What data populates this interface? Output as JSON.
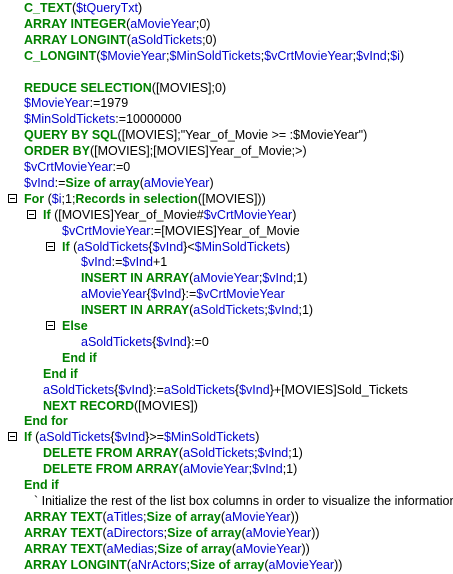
{
  "lines": [
    {
      "indent": 0,
      "tokens": [
        [
          "kw",
          "C_TEXT"
        ],
        [
          "txt",
          "("
        ],
        [
          "var",
          "$tQueryTxt"
        ],
        [
          "txt",
          ")"
        ]
      ]
    },
    {
      "indent": 0,
      "tokens": [
        [
          "kw",
          "ARRAY INTEGER"
        ],
        [
          "txt",
          "("
        ],
        [
          "var",
          "aMovieYear"
        ],
        [
          "txt",
          ";0)"
        ]
      ]
    },
    {
      "indent": 0,
      "tokens": [
        [
          "kw",
          "ARRAY LONGINT"
        ],
        [
          "txt",
          "("
        ],
        [
          "var",
          "aSoldTickets"
        ],
        [
          "txt",
          ";0)"
        ]
      ]
    },
    {
      "indent": 0,
      "tokens": [
        [
          "kw",
          "C_LONGINT"
        ],
        [
          "txt",
          "("
        ],
        [
          "var",
          "$MovieYear"
        ],
        [
          "txt",
          ";"
        ],
        [
          "var",
          "$MinSoldTickets"
        ],
        [
          "txt",
          ";"
        ],
        [
          "var",
          "$vCrtMovieYear"
        ],
        [
          "txt",
          ";"
        ],
        [
          "var",
          "$vInd"
        ],
        [
          "txt",
          ";"
        ],
        [
          "var",
          "$i"
        ],
        [
          "txt",
          ")"
        ]
      ]
    },
    {
      "indent": 0,
      "tokens": []
    },
    {
      "indent": 0,
      "tokens": [
        [
          "kw",
          "REDUCE SELECTION"
        ],
        [
          "txt",
          "([MOVIES];0)"
        ]
      ]
    },
    {
      "indent": 0,
      "tokens": [
        [
          "var",
          "$MovieYear"
        ],
        [
          "txt",
          ":=1979"
        ]
      ]
    },
    {
      "indent": 0,
      "tokens": [
        [
          "var",
          "$MinSoldTickets"
        ],
        [
          "txt",
          ":=10000000"
        ]
      ]
    },
    {
      "indent": 0,
      "tokens": [
        [
          "kw",
          "QUERY BY SQL"
        ],
        [
          "txt",
          "([MOVIES];\"Year_of_Movie >= :$MovieYear\")"
        ]
      ]
    },
    {
      "indent": 0,
      "tokens": [
        [
          "kw",
          "ORDER BY"
        ],
        [
          "txt",
          "([MOVIES];[MOVIES]Year_of_Movie;>)"
        ]
      ]
    },
    {
      "indent": 0,
      "tokens": [
        [
          "var",
          "$vCrtMovieYear"
        ],
        [
          "txt",
          ":=0"
        ]
      ]
    },
    {
      "indent": 0,
      "tokens": [
        [
          "var",
          "$vInd"
        ],
        [
          "txt",
          ":="
        ],
        [
          "kw",
          "Size of array"
        ],
        [
          "txt",
          "("
        ],
        [
          "var",
          "aMovieYear"
        ],
        [
          "txt",
          ")"
        ]
      ]
    },
    {
      "indent": 0,
      "fold": true,
      "tokens": [
        [
          "kw",
          "For"
        ],
        [
          "txt",
          " ("
        ],
        [
          "var",
          "$i"
        ],
        [
          "txt",
          ";1;"
        ],
        [
          "kw",
          "Records in selection"
        ],
        [
          "txt",
          "([MOVIES]))"
        ]
      ]
    },
    {
      "indent": 1,
      "fold": true,
      "tokens": [
        [
          "kw",
          "If"
        ],
        [
          "txt",
          " ([MOVIES]Year_of_Movie#"
        ],
        [
          "var",
          "$vCrtMovieYear"
        ],
        [
          "txt",
          ")"
        ]
      ]
    },
    {
      "indent": 2,
      "tokens": [
        [
          "var",
          "$vCrtMovieYear"
        ],
        [
          "txt",
          ":=[MOVIES]Year_of_Movie"
        ]
      ]
    },
    {
      "indent": 2,
      "fold": true,
      "tokens": [
        [
          "kw",
          "If"
        ],
        [
          "txt",
          " ("
        ],
        [
          "var",
          "aSoldTickets"
        ],
        [
          "txt",
          "{"
        ],
        [
          "var",
          "$vInd"
        ],
        [
          "txt",
          "}<"
        ],
        [
          "var",
          "$MinSoldTickets"
        ],
        [
          "txt",
          ")"
        ]
      ]
    },
    {
      "indent": 3,
      "tokens": [
        [
          "var",
          "$vInd"
        ],
        [
          "txt",
          ":="
        ],
        [
          "var",
          "$vInd"
        ],
        [
          "txt",
          "+1"
        ]
      ]
    },
    {
      "indent": 3,
      "tokens": [
        [
          "kw",
          "INSERT IN ARRAY"
        ],
        [
          "txt",
          "("
        ],
        [
          "var",
          "aMovieYear"
        ],
        [
          "txt",
          ";"
        ],
        [
          "var",
          "$vInd"
        ],
        [
          "txt",
          ";1)"
        ]
      ]
    },
    {
      "indent": 3,
      "tokens": [
        [
          "var",
          "aMovieYear"
        ],
        [
          "txt",
          "{"
        ],
        [
          "var",
          "$vInd"
        ],
        [
          "txt",
          "}:="
        ],
        [
          "var",
          "$vCrtMovieYear"
        ]
      ]
    },
    {
      "indent": 3,
      "tokens": [
        [
          "kw",
          "INSERT IN ARRAY"
        ],
        [
          "txt",
          "("
        ],
        [
          "var",
          "aSoldTickets"
        ],
        [
          "txt",
          ";"
        ],
        [
          "var",
          "$vInd"
        ],
        [
          "txt",
          ";1)"
        ]
      ]
    },
    {
      "indent": 2,
      "fold": true,
      "tokens": [
        [
          "kw",
          "Else"
        ]
      ]
    },
    {
      "indent": 3,
      "tokens": [
        [
          "var",
          "aSoldTickets"
        ],
        [
          "txt",
          "{"
        ],
        [
          "var",
          "$vInd"
        ],
        [
          "txt",
          "}:=0"
        ]
      ]
    },
    {
      "indent": 2,
      "end": true,
      "tokens": [
        [
          "kw",
          "End if"
        ]
      ]
    },
    {
      "indent": 1,
      "end": true,
      "tokens": [
        [
          "kw",
          "End if"
        ]
      ]
    },
    {
      "indent": 1,
      "tokens": [
        [
          "var",
          "aSoldTickets"
        ],
        [
          "txt",
          "{"
        ],
        [
          "var",
          "$vInd"
        ],
        [
          "txt",
          "}:="
        ],
        [
          "var",
          "aSoldTickets"
        ],
        [
          "txt",
          "{"
        ],
        [
          "var",
          "$vInd"
        ],
        [
          "txt",
          "}+[MOVIES]Sold_Tickets"
        ]
      ]
    },
    {
      "indent": 1,
      "tokens": [
        [
          "kw",
          "NEXT RECORD"
        ],
        [
          "txt",
          "([MOVIES])"
        ]
      ]
    },
    {
      "indent": 0,
      "end": true,
      "tokens": [
        [
          "kw",
          "End for"
        ]
      ]
    },
    {
      "indent": 0,
      "fold": true,
      "tokens": [
        [
          "kw",
          "If"
        ],
        [
          "txt",
          " ("
        ],
        [
          "var",
          "aSoldTickets"
        ],
        [
          "txt",
          "{"
        ],
        [
          "var",
          "$vInd"
        ],
        [
          "txt",
          "}>="
        ],
        [
          "var",
          "$MinSoldTickets"
        ],
        [
          "txt",
          ")"
        ]
      ]
    },
    {
      "indent": 1,
      "tokens": [
        [
          "kw",
          "DELETE FROM ARRAY"
        ],
        [
          "txt",
          "("
        ],
        [
          "var",
          "aSoldTickets"
        ],
        [
          "txt",
          ";"
        ],
        [
          "var",
          "$vInd"
        ],
        [
          "txt",
          ";1)"
        ]
      ]
    },
    {
      "indent": 1,
      "tokens": [
        [
          "kw",
          "DELETE FROM ARRAY"
        ],
        [
          "txt",
          "("
        ],
        [
          "var",
          "aMovieYear"
        ],
        [
          "txt",
          ";"
        ],
        [
          "var",
          "$vInd"
        ],
        [
          "txt",
          ";1)"
        ]
      ]
    },
    {
      "indent": 0,
      "end": true,
      "tokens": [
        [
          "kw",
          "End if"
        ]
      ]
    },
    {
      "indent": 0,
      "comment": true,
      "tokens": [
        [
          "cmt",
          "` Initialize the rest of the list box columns in order to visualize the information"
        ]
      ]
    },
    {
      "indent": 0,
      "tokens": [
        [
          "kw",
          "ARRAY TEXT"
        ],
        [
          "txt",
          "("
        ],
        [
          "var",
          "aTitles"
        ],
        [
          "txt",
          ";"
        ],
        [
          "kw",
          "Size of array"
        ],
        [
          "txt",
          "("
        ],
        [
          "var",
          "aMovieYear"
        ],
        [
          "txt",
          "))"
        ]
      ]
    },
    {
      "indent": 0,
      "tokens": [
        [
          "kw",
          "ARRAY TEXT"
        ],
        [
          "txt",
          "("
        ],
        [
          "var",
          "aDirectors"
        ],
        [
          "txt",
          ";"
        ],
        [
          "kw",
          "Size of array"
        ],
        [
          "txt",
          "("
        ],
        [
          "var",
          "aMovieYear"
        ],
        [
          "txt",
          "))"
        ]
      ]
    },
    {
      "indent": 0,
      "tokens": [
        [
          "kw",
          "ARRAY TEXT"
        ],
        [
          "txt",
          "("
        ],
        [
          "var",
          "aMedias"
        ],
        [
          "txt",
          ";"
        ],
        [
          "kw",
          "Size of array"
        ],
        [
          "txt",
          "("
        ],
        [
          "var",
          "aMovieYear"
        ],
        [
          "txt",
          "))"
        ]
      ]
    },
    {
      "indent": 0,
      "tokens": [
        [
          "kw",
          "ARRAY LONGINT"
        ],
        [
          "txt",
          "("
        ],
        [
          "var",
          "aNrActors"
        ],
        [
          "txt",
          ";"
        ],
        [
          "kw",
          "Size of array"
        ],
        [
          "txt",
          "("
        ],
        [
          "var",
          "aMovieYear"
        ],
        [
          "txt",
          "))"
        ]
      ]
    }
  ],
  "colors": {
    "keyword": "#008000",
    "variable": "#0000cc",
    "text": "#000000"
  }
}
